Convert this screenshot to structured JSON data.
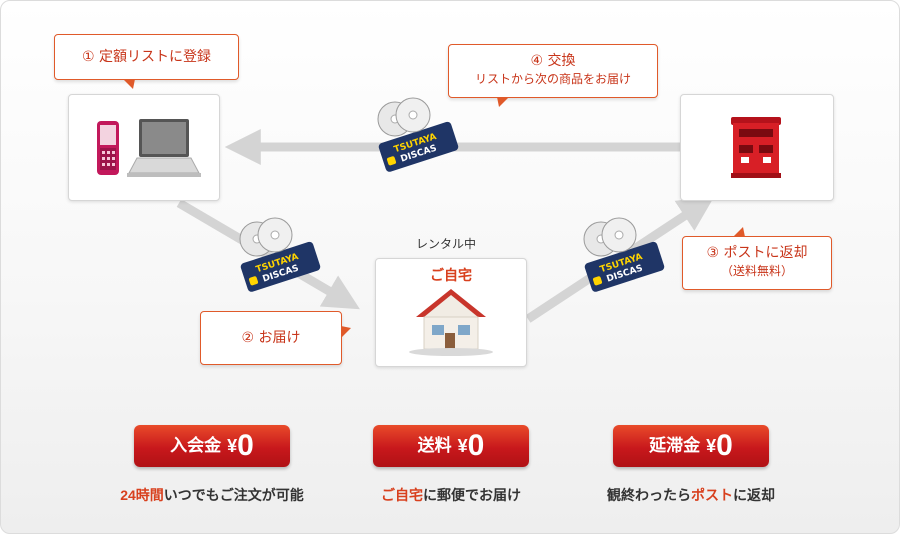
{
  "steps": {
    "register": "① 定額リストに登録",
    "deliver": "② お届け",
    "return_title": "③ ポストに返却",
    "return_sub": "（送料無料）",
    "exchange_title": "④ 交換",
    "exchange_sub": "リストから次の商品をお届け"
  },
  "home": {
    "status": "レンタル中",
    "title": "ご自宅"
  },
  "pack": {
    "brand_top": "TSUTAYA",
    "brand_bottom": "DISCAS"
  },
  "fees": [
    {
      "label": "入会金",
      "yen": "¥",
      "amount": "0",
      "note_red": "24時間",
      "note_rest": "いつでもご注文が可能"
    },
    {
      "label": "送料",
      "yen": "¥",
      "amount": "0",
      "note_red": "ご自宅",
      "note_rest": "に郵便でお届け"
    },
    {
      "label": "延滞金",
      "yen": "¥",
      "amount": "0",
      "note_red": "ポスト",
      "note_rest": "に返却",
      "note_pre": "観終わったら"
    }
  ],
  "colors": {
    "accent": "#c8351a",
    "badge": "#c8181c",
    "arrow": "#d4d4d4",
    "navy": "#1f3566"
  }
}
